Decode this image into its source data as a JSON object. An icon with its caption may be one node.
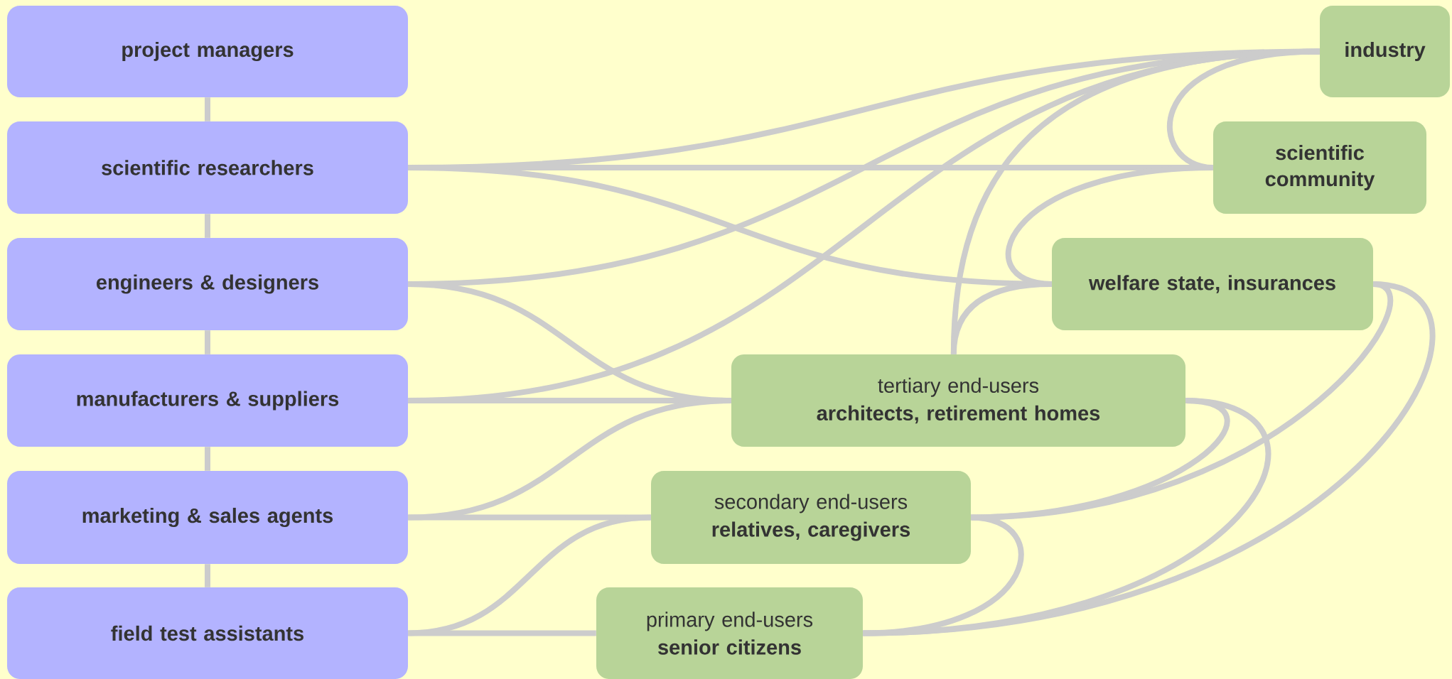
{
  "diagram": {
    "nodes": [
      {
        "text": [
          "project managers"
        ]
      },
      {
        "text": [
          "scientific researchers"
        ]
      },
      {
        "text": [
          "engineers & designers"
        ]
      },
      {
        "text": [
          "manufacturers & suppliers"
        ]
      },
      {
        "text": [
          "marketing & sales agents"
        ]
      },
      {
        "text": [
          "field test assistants"
        ]
      },
      {
        "text": [
          "industry"
        ]
      },
      {
        "text": [
          "scientific community"
        ]
      },
      {
        "text": [
          "welfare state, insurances"
        ]
      },
      {
        "text": [
          "tertiary end-users",
          "architects, retirement homes"
        ]
      },
      {
        "text": [
          "secondary end-users",
          "relatives, caregivers"
        ]
      },
      {
        "text": [
          "primary end-users",
          "senior citizens"
        ]
      }
    ],
    "edges": [
      {
        "from": 0,
        "to": 1,
        "arrow": "none"
      },
      {
        "from": 1,
        "to": 2,
        "arrow": "none"
      },
      {
        "from": 2,
        "to": 3,
        "arrow": "none"
      },
      {
        "from": 3,
        "to": 4,
        "arrow": "none"
      },
      {
        "from": 4,
        "to": 5,
        "arrow": "none"
      },
      {
        "from": 1,
        "to": 6,
        "arrow": "none"
      },
      {
        "from": 1,
        "to": 7,
        "arrow": "none"
      },
      {
        "from": 1,
        "to": 8,
        "arrow": "none"
      },
      {
        "from": 2,
        "to": 6,
        "arrow": "none"
      },
      {
        "from": 2,
        "to": 9,
        "arrow": "none"
      },
      {
        "from": 3,
        "to": 6,
        "arrow": "none"
      },
      {
        "from": 3,
        "to": 9,
        "arrow": "none"
      },
      {
        "from": 4,
        "to": 9,
        "arrow": "none"
      },
      {
        "from": 4,
        "to": 10,
        "arrow": "none"
      },
      {
        "from": 5,
        "to": 10,
        "arrow": "none"
      },
      {
        "from": 5,
        "to": 11,
        "arrow": "none"
      },
      {
        "from": 7,
        "to": 6,
        "arrow": "none"
      },
      {
        "from": 7,
        "to": 8,
        "arrow": "none"
      },
      {
        "from": 9,
        "to": 6,
        "arrow": "none"
      },
      {
        "from": 9,
        "to": 8,
        "arrow": "none"
      },
      {
        "from": 8,
        "to": 10,
        "arrow": "none"
      },
      {
        "from": 8,
        "to": 11,
        "arrow": "none"
      },
      {
        "from": 9,
        "to": 10,
        "arrow": "none"
      },
      {
        "from": 9,
        "to": 11,
        "arrow": "none"
      },
      {
        "from": 10,
        "to": 11,
        "arrow": "none"
      }
    ]
  }
}
